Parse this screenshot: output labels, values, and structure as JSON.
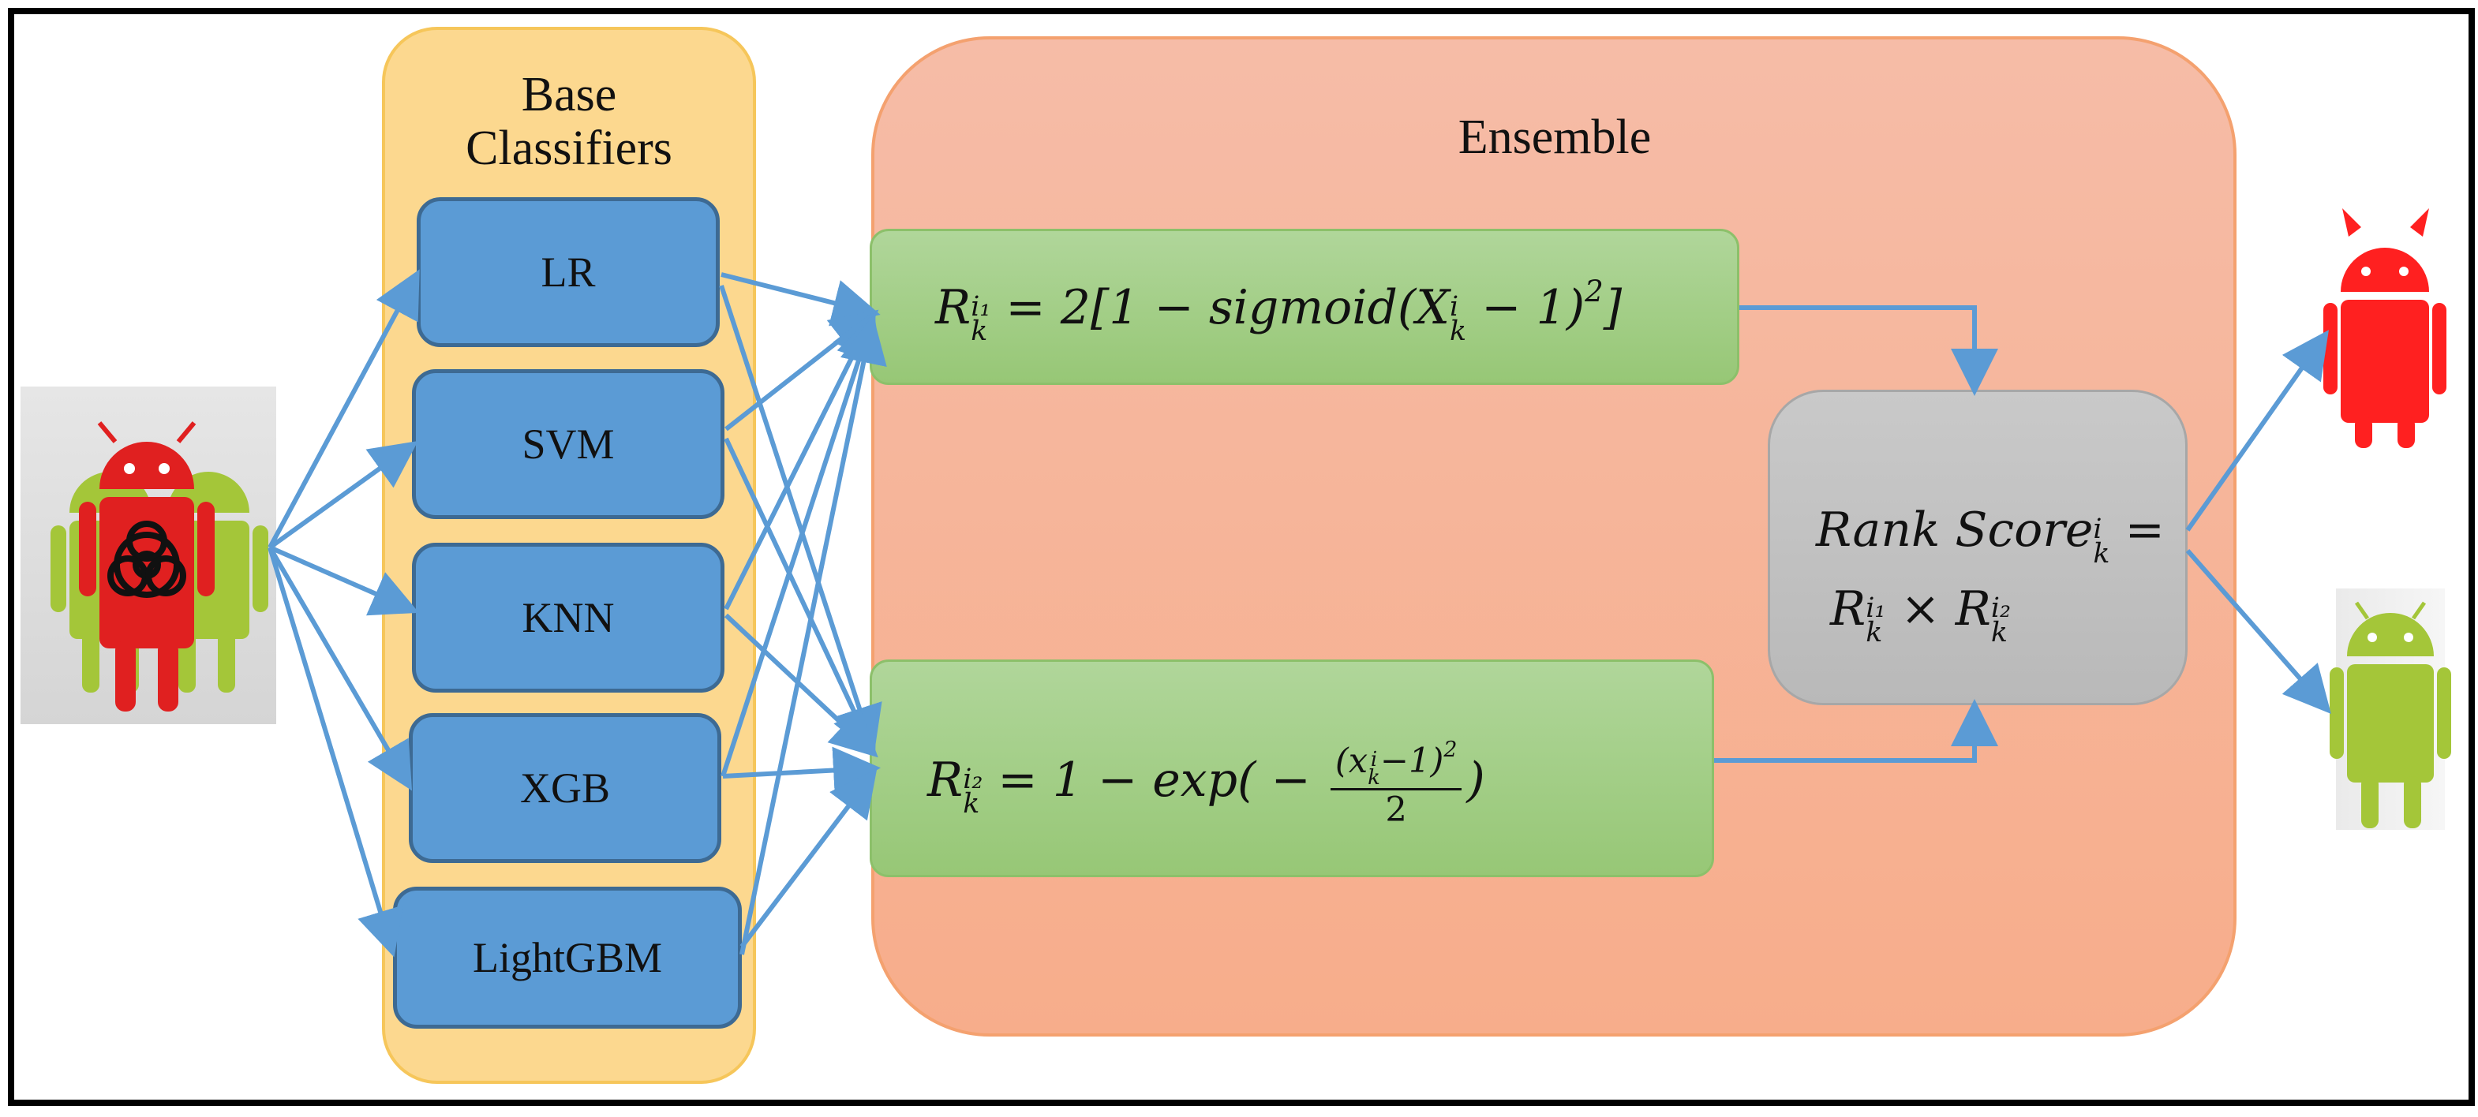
{
  "base_panel": {
    "title_line1": "Base",
    "title_line2": "Classifiers"
  },
  "classifiers": [
    {
      "label": "LR"
    },
    {
      "label": "SVM"
    },
    {
      "label": "KNN"
    },
    {
      "label": "XGB"
    },
    {
      "label": "LightGBM"
    }
  ],
  "ensemble": {
    "title": "Ensemble"
  },
  "equations": {
    "r1": {
      "lhs": "R",
      "sub": "k",
      "sup": "i₁",
      "rhs": "= 2[1 − sigmoid(X",
      "rhs_sub": "k",
      "rhs_sup": "i",
      "rhs_end": " − 1)",
      "pow": "2",
      "close": "]"
    },
    "r2": {
      "lhs": "R",
      "sub": "k",
      "sup": "i₂",
      "rhs": "= 1 − exp( −",
      "num": "(x",
      "num_sub": "k",
      "num_sup": "i",
      "num_end": "−1)",
      "num_pow": "2",
      "den": "2",
      "close": ")"
    }
  },
  "rank": {
    "line1": "Rank Score",
    "line1_sub": "k",
    "line1_sup": "i",
    "line1_end": " =",
    "line2_a": "R",
    "line2_a_sub": "k",
    "line2_a_sup": "i₁",
    "line2_mid": " × ",
    "line2_b": "R",
    "line2_b_sub": "k",
    "line2_b_sup": "i₂"
  },
  "icons": {
    "input": "android-group-malware-icon",
    "output_malicious": "android-devil-icon",
    "output_benign": "android-benign-icon"
  },
  "colors": {
    "arrow": "#5b9bd5",
    "classifier_fill": "#5b9bd5",
    "android_green": "#a4c639",
    "malware_red": "#e02020"
  }
}
